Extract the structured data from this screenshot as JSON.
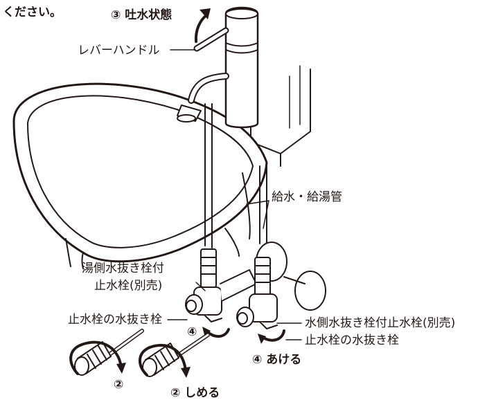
{
  "labels": {
    "intro_fragment": "ください。",
    "step3_discharge": "③ 吐水状態",
    "lever_handle": "レバーハンドル",
    "supply_pipes": "給水・給湯管",
    "hot_valve_line1": "湯側水抜き栓付",
    "hot_valve_line2": "止水栓(別売)",
    "drain_plug_left": "止水栓の水抜き栓",
    "cold_valve": "水側水抜き栓付止水栓(別売)",
    "drain_plug_right": "止水栓の水抜き栓",
    "step4_open": "④ あける",
    "step4_small": "④",
    "step2_small": "②",
    "step2_close": "② しめる"
  },
  "colors": {
    "line": "#231815",
    "fill": "#ffffff",
    "shade": "#d9d9d9"
  }
}
